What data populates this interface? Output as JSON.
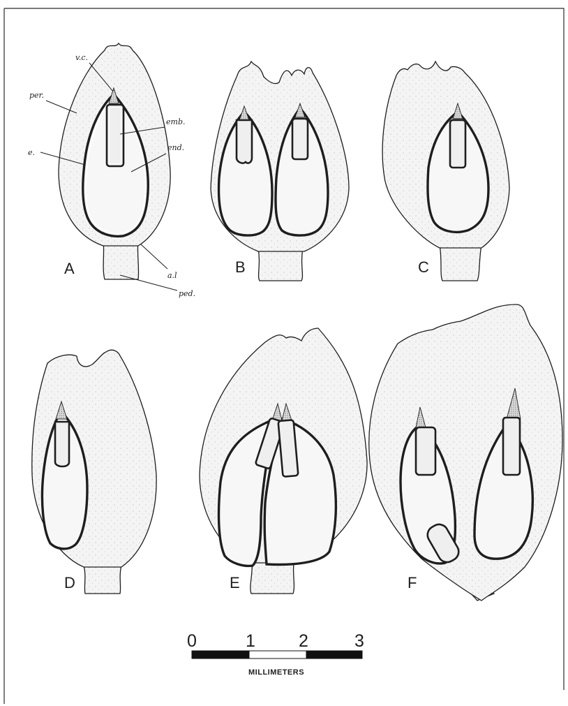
{
  "figure": {
    "panels": [
      {
        "id": "A",
        "letter": "A"
      },
      {
        "id": "B",
        "letter": "B"
      },
      {
        "id": "C",
        "letter": "C"
      },
      {
        "id": "D",
        "letter": "D"
      },
      {
        "id": "E",
        "letter": "E"
      },
      {
        "id": "F",
        "letter": "F"
      }
    ],
    "labels_panel_a": {
      "vc": "v.c.",
      "emb": "emb.",
      "per": "per.",
      "end": "end.",
      "e": "e.",
      "al": "a.l",
      "ped": "ped."
    },
    "scale_bar": {
      "ticks": [
        "0",
        "1",
        "2",
        "3"
      ],
      "unit": "MILLIMETERS",
      "segments": [
        "black",
        "white",
        "black"
      ]
    }
  }
}
